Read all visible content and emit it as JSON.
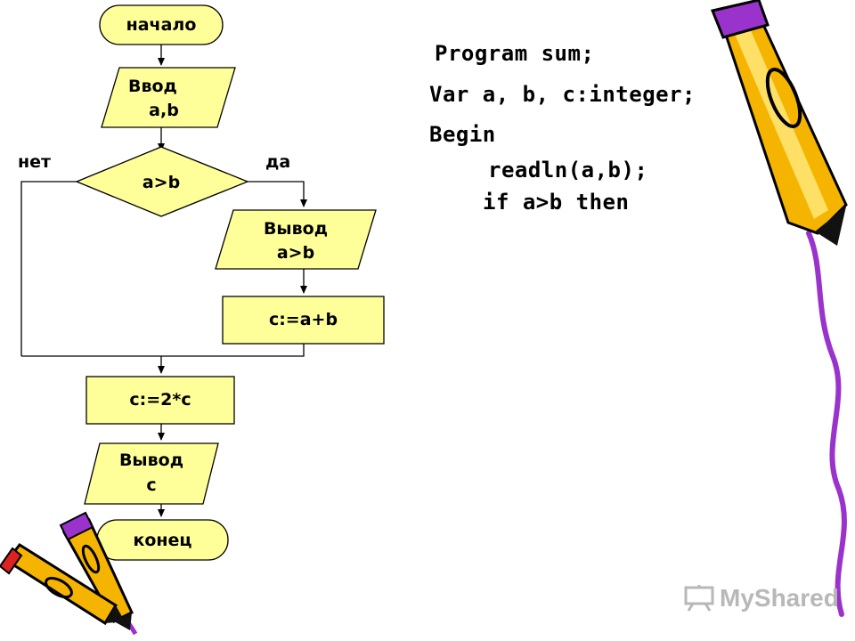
{
  "flowchart": {
    "start": "начало",
    "input_line1": "Ввод",
    "input_line2": "a,b",
    "condition": "a>b",
    "no_label": "нет",
    "yes_label": "да",
    "output1_line1": "Вывод",
    "output1_line2": "a>b",
    "assign_sum": "c:=a+b",
    "assign_double": "c:=2*c",
    "output2_line1": "Вывод",
    "output2_line2": "c",
    "end": "конец"
  },
  "code": {
    "line1": "Program sum;",
    "line2": "Var a, b, c:integer;",
    "line3": "Begin",
    "line4": "readln(a,b);",
    "line5": "if a>b then"
  },
  "watermark": {
    "text": "MyShared",
    "icon": "presentation-board-icon"
  },
  "colors": {
    "shape_fill": "#ffff99",
    "outline": "#000000",
    "pencil_body": "#f4b400",
    "pencil_purple": "#9933cc"
  }
}
